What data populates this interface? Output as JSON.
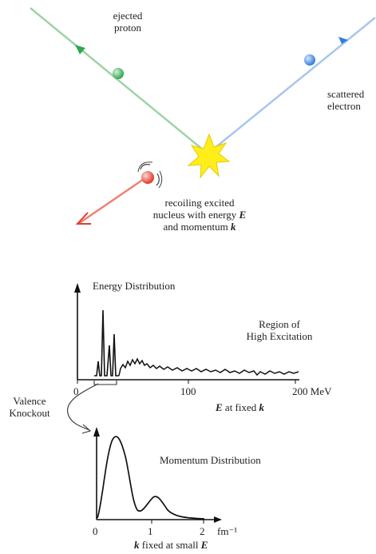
{
  "top": {
    "ejected_label": [
      "ejected",
      "proton"
    ],
    "scattered_label": [
      "scattered",
      "electron"
    ],
    "recoil_label": [
      "recoiling excited",
      "nucleus with energy",
      "and momentum"
    ],
    "recoil_energy_symbol": "E",
    "recoil_momentum_symbol": "k",
    "colors": {
      "proton": "#2fa84f",
      "electron": "#2f7de0",
      "nucleus": "#e5392b",
      "star": "#ffee1a"
    }
  },
  "energy": {
    "title": "Energy Distribution",
    "region_label": [
      "Region of",
      "High Excitation"
    ],
    "ticks": [
      "0",
      "100",
      "200 MeV"
    ],
    "xlabel_symbol": "E",
    "xlabel_rest": "at fixed",
    "xlabel_symbol2": "k"
  },
  "valence_label": [
    "Valence",
    "Knockout"
  ],
  "momentum": {
    "title": "Momentum Distribution",
    "ticks": [
      "0",
      "1",
      "2"
    ],
    "unit": "fm⁻¹",
    "xlabel_symbol": "k",
    "xlabel_rest": "fixed at small",
    "xlabel_symbol2": "E"
  }
}
